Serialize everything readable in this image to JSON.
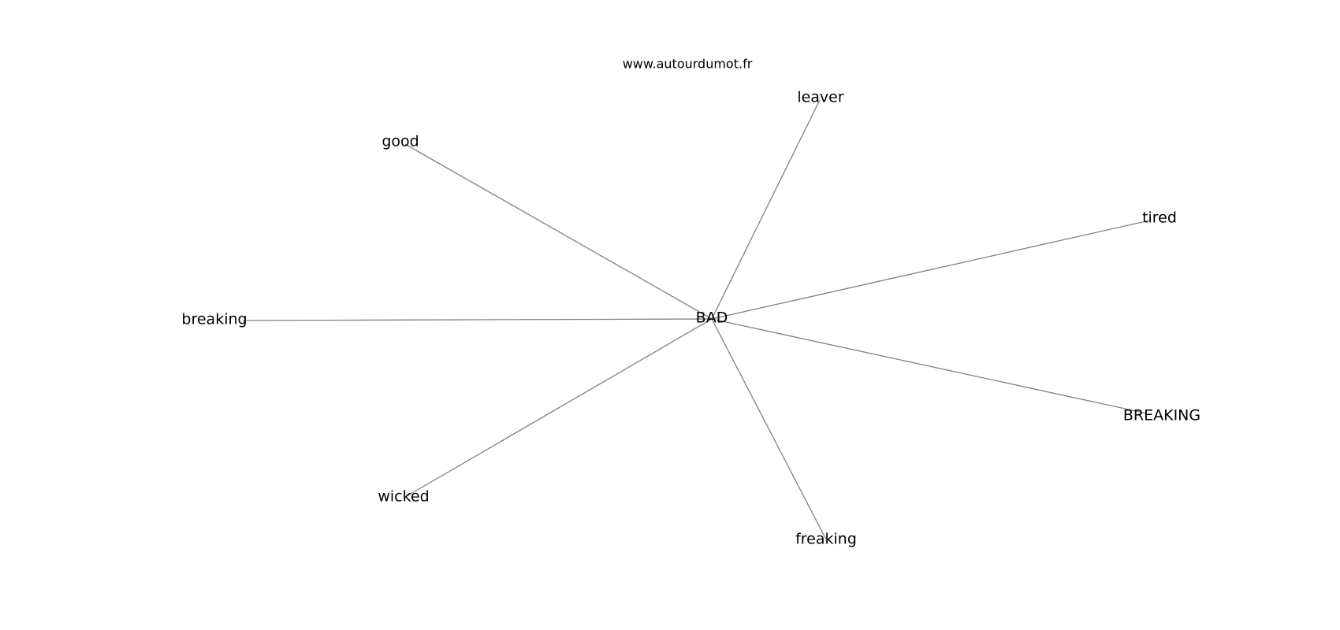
{
  "watermark": "www.autourdumot.fr",
  "center": {
    "id": "bad",
    "label": "BAD"
  },
  "nodes": [
    {
      "id": "leaver",
      "label": "leaver"
    },
    {
      "id": "good",
      "label": "good"
    },
    {
      "id": "tired",
      "label": "tired"
    },
    {
      "id": "breaking",
      "label": "breaking"
    },
    {
      "id": "breaking-caps",
      "label": "BREAKING"
    },
    {
      "id": "wicked",
      "label": "wicked"
    },
    {
      "id": "freaking",
      "label": "freaking"
    }
  ],
  "colors": {
    "edge": "#808080",
    "text": "#000000",
    "background": "#ffffff"
  }
}
